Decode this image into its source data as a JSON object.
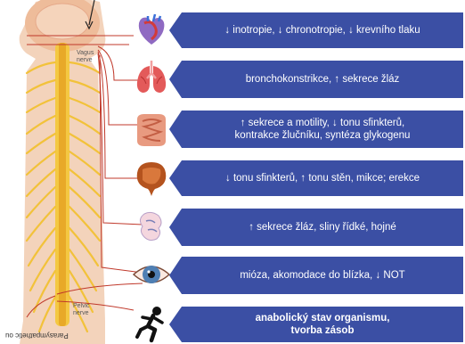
{
  "anatomy": {
    "vagus_label_line1": "Vagus",
    "vagus_label_line2": "nerve",
    "pelvic_label_line1": "Pelvic",
    "pelvic_label_line2": "nerve",
    "bottom_label": "Parasympathetic ou"
  },
  "effects": [
    {
      "icon": "heart-icon",
      "lines": [
        "↓ inotropie, ↓ chronotropie, ↓ krevního tlaku"
      ]
    },
    {
      "icon": "lungs-icon",
      "lines": [
        "bronchokonstrikce, ↑ sekrece žláz"
      ]
    },
    {
      "icon": "intestines-icon",
      "lines": [
        "↑ sekrece a motility, ↓ tonu sfinkterů,",
        "kontrakce žlučníku, syntéza glykogenu"
      ]
    },
    {
      "icon": "bladder-icon",
      "lines": [
        "↓ tonu sfinkterů, ↑ tonu stěn, mikce; erekce"
      ]
    },
    {
      "icon": "glands-icon",
      "lines": [
        "↑ sekrece žláz, sliny řídké, hojné"
      ]
    },
    {
      "icon": "eye-icon",
      "lines": [
        "mióza, akomodace do blízka, ↓ NOT"
      ]
    },
    {
      "icon": "runner-icon",
      "lines": [
        "anabolický stav organismu,",
        "tvorba zásob"
      ],
      "bold": true
    }
  ],
  "colors": {
    "banner": "#3b4fa4",
    "nerve": "#c0392b",
    "spine": "#f2c23a",
    "body": "#f1cfb6"
  }
}
